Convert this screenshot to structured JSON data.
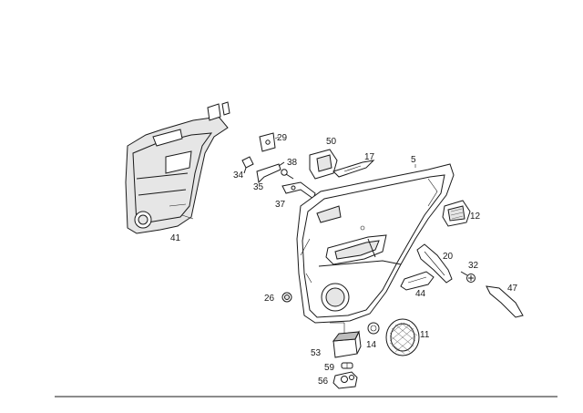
{
  "callouts": {
    "p5": "5",
    "p11": "11",
    "p12": "12",
    "p14": "14",
    "p17": "17",
    "p20": "20",
    "p26": "26",
    "p29": "29",
    "p32": "32",
    "p34": "34",
    "p35": "35",
    "p37": "37",
    "p38": "38",
    "p41": "41",
    "p44": "44",
    "p47": "47",
    "p50": "50",
    "p53": "53",
    "p56": "56",
    "p59": "59"
  }
}
